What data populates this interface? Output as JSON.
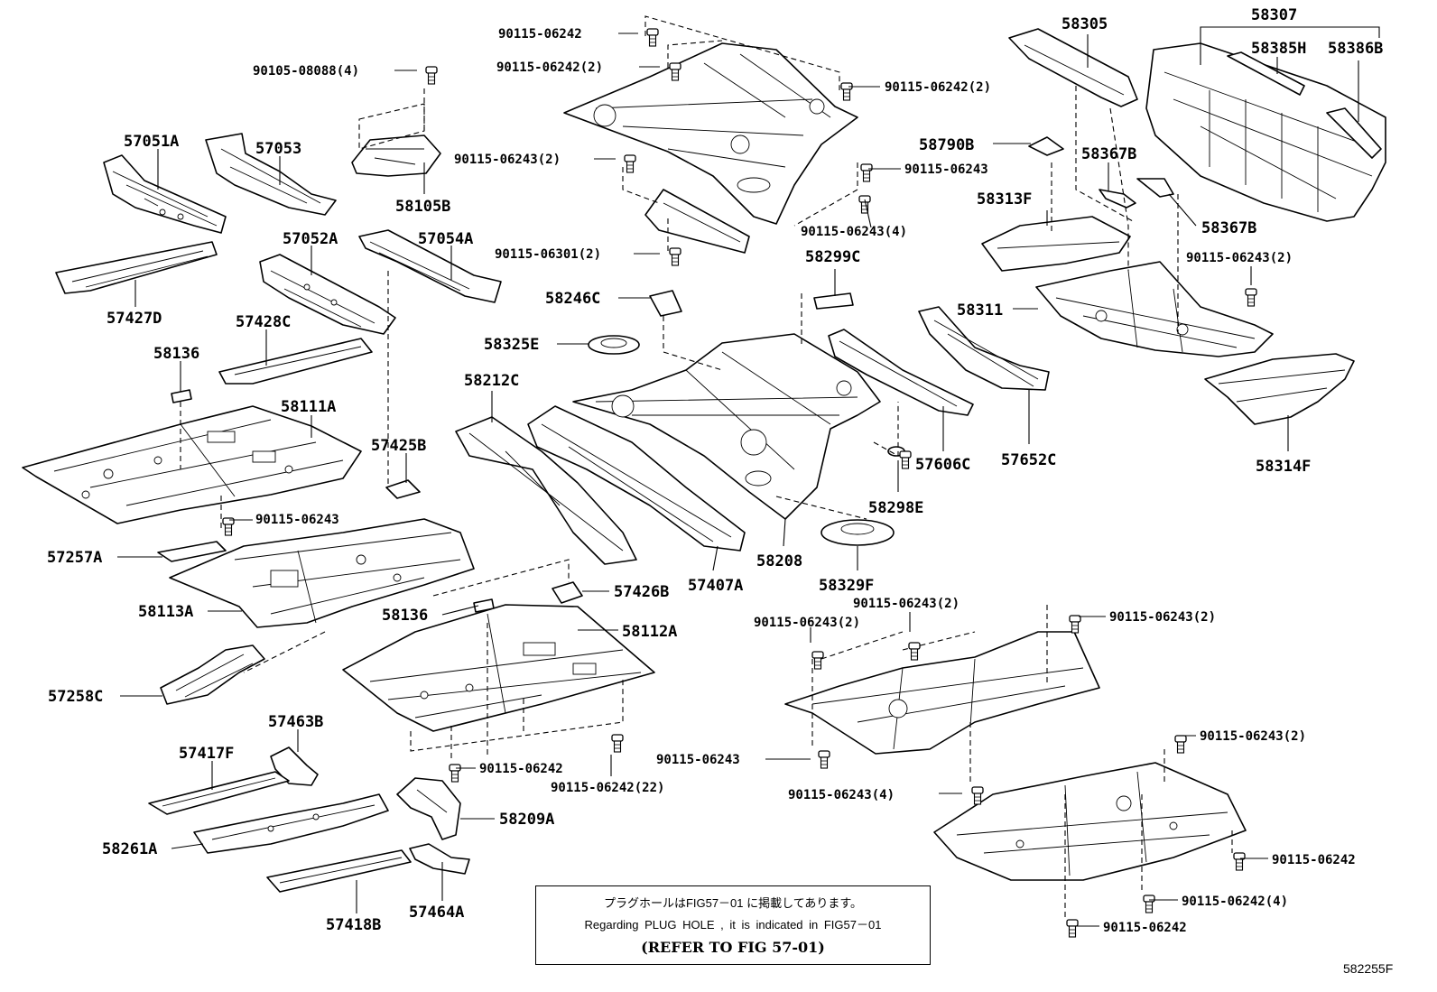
{
  "diagram_code": "582255F",
  "note": {
    "line_jp": "プラグホールはFIG57－01 に掲載してあります。",
    "line_en": "Regarding PLUG HOLE , it is indicated in FIG57－01",
    "refer": "(REFER TO FIG 57-01)"
  },
  "labels": {
    "p57051A": "57051A",
    "p57053": "57053",
    "p57427D": "57427D",
    "p58105B": "58105B",
    "p57052A": "57052A",
    "p57054A": "57054A",
    "p57428C": "57428C",
    "p58136a": "58136",
    "p58111A": "58111A",
    "p57425B": "57425B",
    "p57257A": "57257A",
    "p58113A": "58113A",
    "p57258C": "57258C",
    "p58136b": "58136",
    "p58112A": "58112A",
    "p57426B": "57426B",
    "p57463B": "57463B",
    "p57417F": "57417F",
    "p58261A": "58261A",
    "p57418B": "57418B",
    "p57464A": "57464A",
    "p58209A": "58209A",
    "p58246C": "58246C",
    "p58325E": "58325E",
    "p58212C": "58212C",
    "p57407A": "57407A",
    "p58208": "58208",
    "p58329F": "58329F",
    "p58298E": "58298E",
    "p58299C": "58299C",
    "p57606C": "57606C",
    "p57652C": "57652C",
    "p58311": "58311",
    "p58305": "58305",
    "p58307": "58307",
    "p58385H": "58385H",
    "p58386B": "58386B",
    "p58790B": "58790B",
    "p58367Ba": "58367B",
    "p58313F": "58313F",
    "p58367Bb": "58367B",
    "p58314F": "58314F"
  },
  "bolts": {
    "b1": "90115-06242",
    "b2": "90115-06242(2)",
    "b3": "90105-08088(4)",
    "b4": "90115-06242(2)",
    "b5": "90115-06243(2)",
    "b6": "90115-06243",
    "b7": "90115-06243(4)",
    "b8": "90115-06301(2)",
    "b9": "90115-06243(2)",
    "b10": "90115-06243",
    "b11": "90115-06242",
    "b12": "90115-06242(22)",
    "b13": "90115-06243(2)",
    "b14": "90115-06243(2)",
    "b15": "90115-06243(2)",
    "b16": "90115-06243",
    "b17": "90115-06243(4)",
    "b18": "90115-06243(2)",
    "b19": "90115-06242",
    "b20": "90115-06242(4)",
    "b21": "90115-06242"
  }
}
